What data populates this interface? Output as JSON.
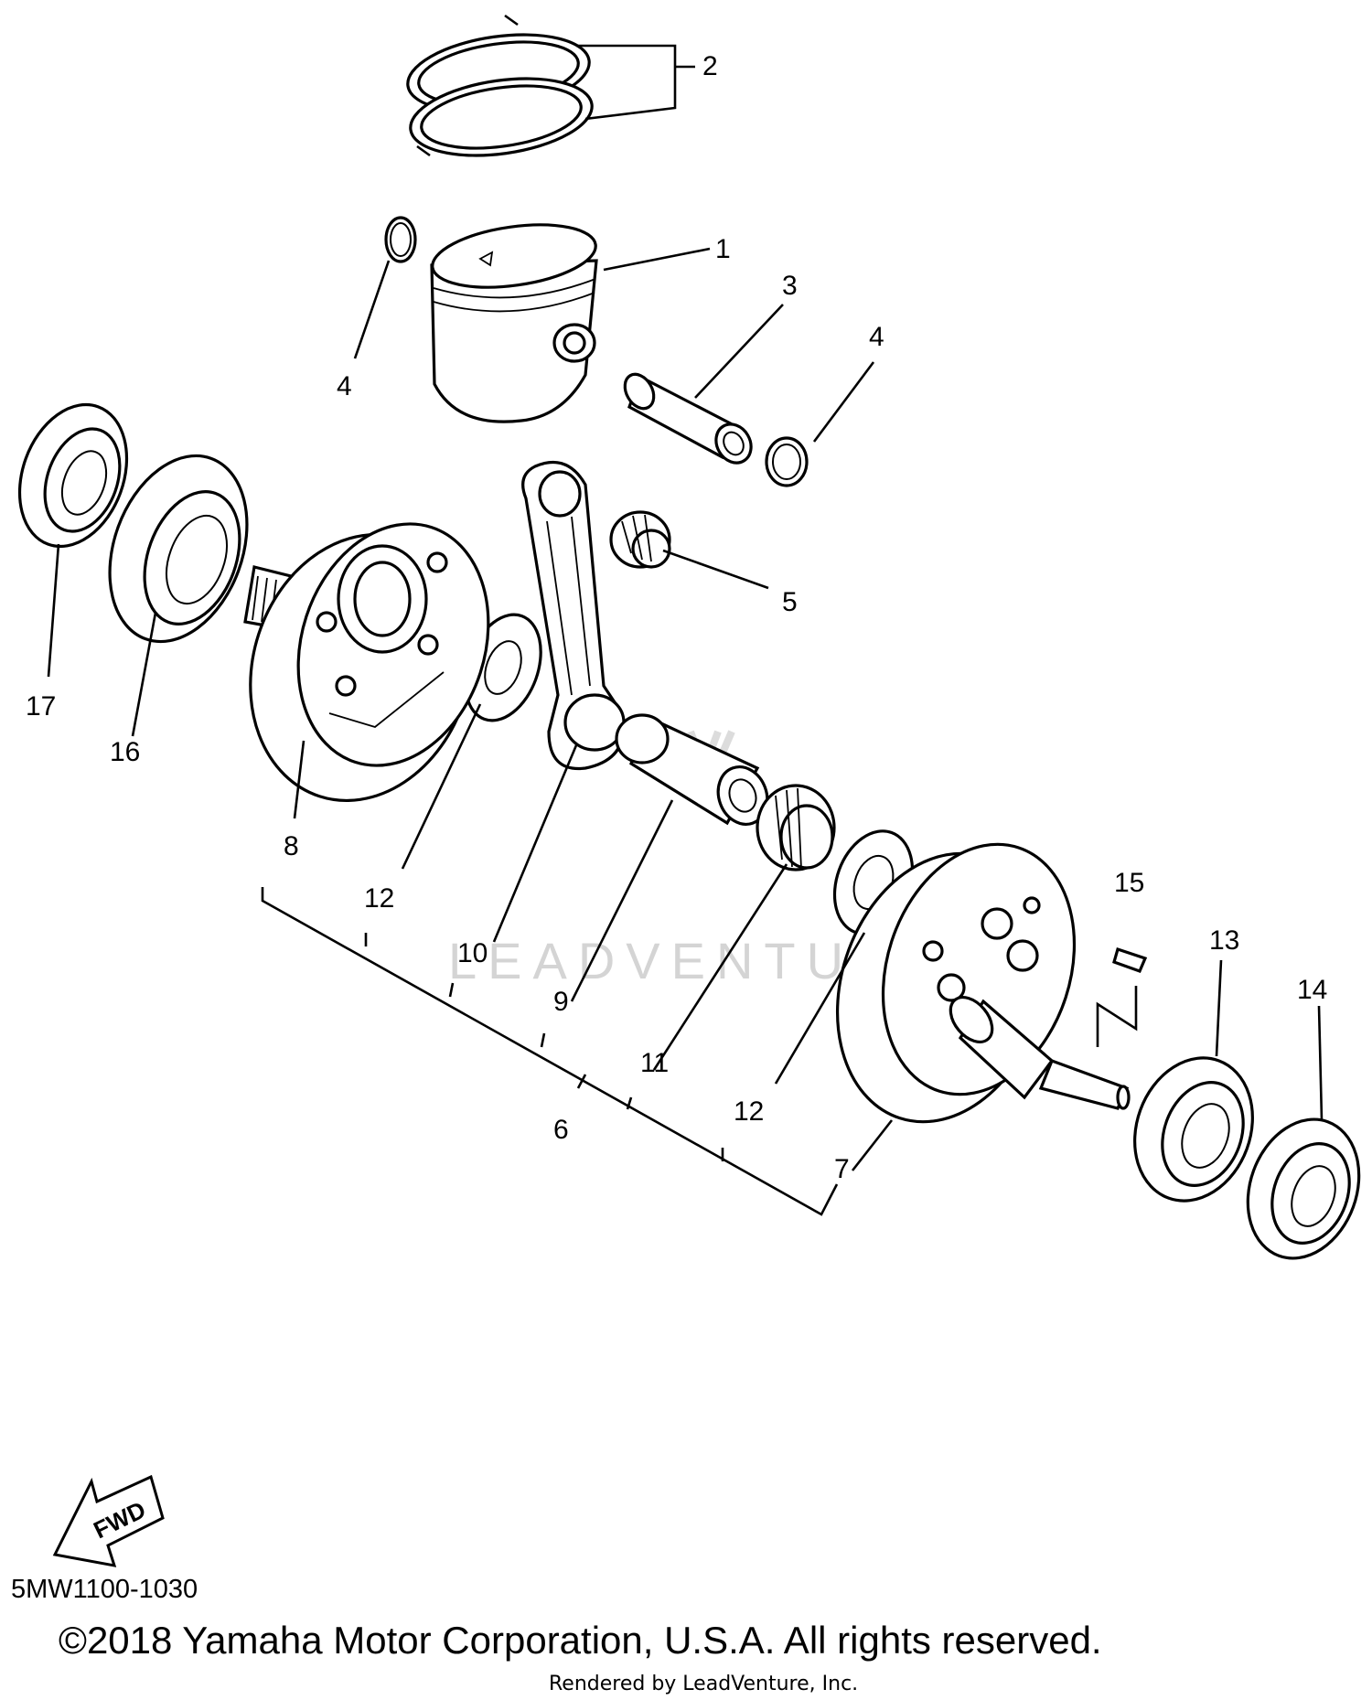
{
  "watermark": "LEADVENTURE",
  "fwd_arrow": {
    "label": "FWD",
    "icon": "fwd-arrow-icon"
  },
  "callouts": {
    "c1": "1",
    "c2": "2",
    "c3": "3",
    "c4a": "4",
    "c4b": "4",
    "c5": "5",
    "c6": "6",
    "c7": "7",
    "c8": "8",
    "c9": "9",
    "c10": "10",
    "c11": "11",
    "c12a": "12",
    "c12b": "12",
    "c13": "13",
    "c14": "14",
    "c15": "15",
    "c16": "16",
    "c17": "17"
  },
  "diagram_code": "5MW1100-1030",
  "copyright": "©2018 Yamaha Motor Corporation, U.S.A. All rights reserved.",
  "rendered_by": "Rendered by LeadVenture, Inc."
}
